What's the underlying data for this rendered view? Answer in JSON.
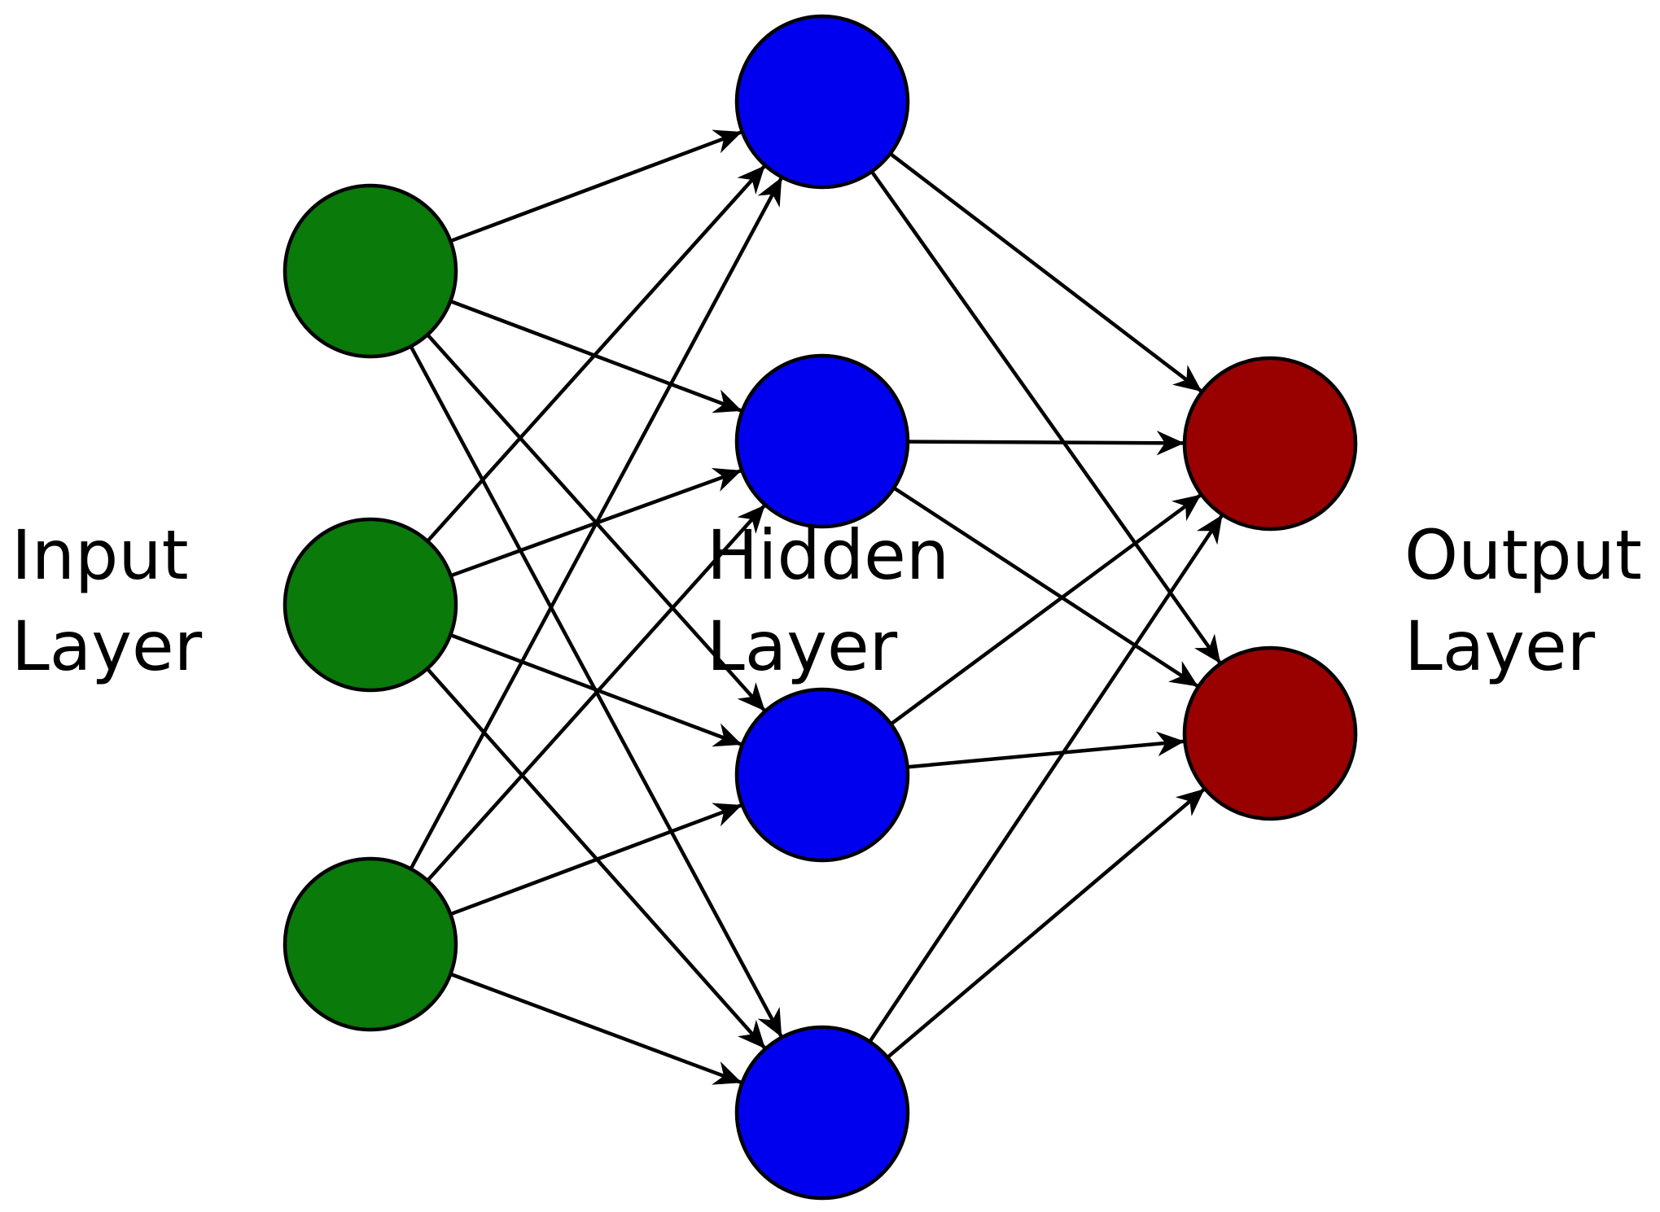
{
  "labels": {
    "input": [
      "Input",
      "Layer"
    ],
    "hidden": [
      "Hidden",
      "Layer"
    ],
    "output": [
      "Output",
      "Layer"
    ]
  },
  "layers": [
    {
      "name": "input",
      "nodes": 3,
      "color": "#0a7a0a"
    },
    {
      "name": "hidden",
      "nodes": 4,
      "color": "#0000ee"
    },
    {
      "name": "output",
      "nodes": 2,
      "color": "#990000"
    }
  ],
  "connectivity": "fully-connected",
  "edge_color": "#000000",
  "node_stroke": "#000000"
}
